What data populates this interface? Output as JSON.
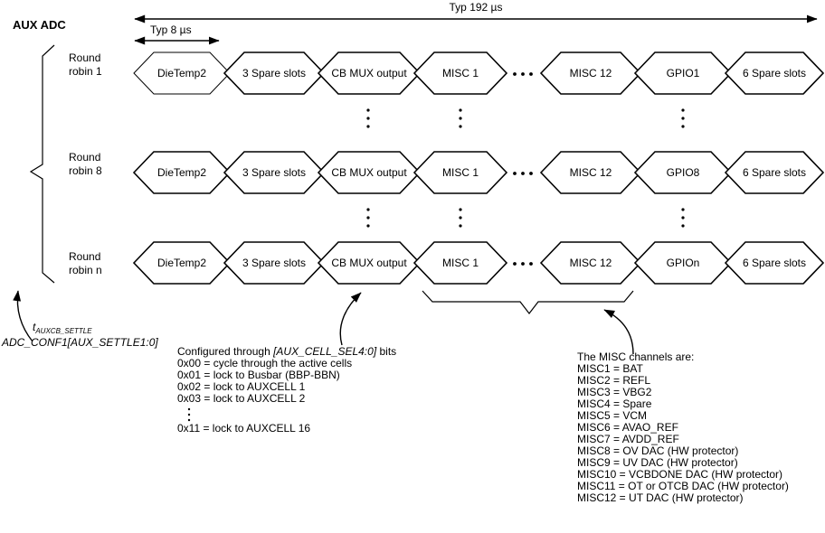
{
  "title": "AUX ADC",
  "dimensions": {
    "total": "Typ 192 µs",
    "slot": "Typ 8 µs"
  },
  "rows": [
    {
      "label_line1": "Round",
      "label_line2": "robin 1",
      "slots": [
        "DieTemp2",
        "3 Spare slots",
        "CB MUX output",
        "MISC 1",
        "MISC 12",
        "GPIO1",
        "6 Spare slots"
      ],
      "ellipsis": "···"
    },
    {
      "label_line1": "Round",
      "label_line2": "robin 8",
      "slots": [
        "DieTemp2",
        "3 Spare slots",
        "CB MUX output",
        "MISC 1",
        "MISC 12",
        "GPIO8",
        "6 Spare slots"
      ],
      "ellipsis": "···"
    },
    {
      "label_line1": "Round",
      "label_line2": "robin n",
      "slots": [
        "DieTemp2",
        "3 Spare slots",
        "CB MUX output",
        "MISC 1",
        "MISC 12",
        "GPIOn",
        "6 Spare slots"
      ],
      "ellipsis": "···"
    }
  ],
  "settle_annotation": {
    "symbol_base": "t",
    "symbol_sub": "AUXCB_SETTLE",
    "register": "ADC_CONF1[AUX_SETTLE1:0]"
  },
  "cell_sel_note": {
    "lines": [
      "Configured through [AUX_CELL_SEL4:0] bits",
      "0x00 = cycle through the active cells",
      "0x01 = lock to Busbar (BBP-BBN)",
      "0x02 = lock to AUXCELL 1",
      "0x03 = lock to AUXCELL 2",
      "0x11 = lock to AUXCELL 16"
    ],
    "line0_plain_prefix": "Configured through ",
    "line0_italic": "[AUX_CELL_SEL4:0]",
    "line0_plain_suffix": " bits",
    "vertical_ellipsis": "⋮"
  },
  "misc_note": {
    "heading": "The MISC channels are:",
    "lines": [
      "MISC1 = BAT",
      "MISC2 = REFL",
      "MISC3 = VBG2",
      "MISC4 = Spare",
      "MISC5 = VCM",
      "MISC6 = AVAO_REF",
      "MISC7 = AVDD_REF",
      "MISC8 = OV DAC (HW protector)",
      "MISC9 = UV DAC (HW protector)",
      "MISC10 = VCBDONE DAC (HW protector)",
      "MISC11 = OT or OTCB DAC (HW protector)",
      "MISC12 = UT DAC (HW protector)"
    ]
  },
  "colors": {
    "ink": "#000000",
    "paper": "#ffffff"
  }
}
